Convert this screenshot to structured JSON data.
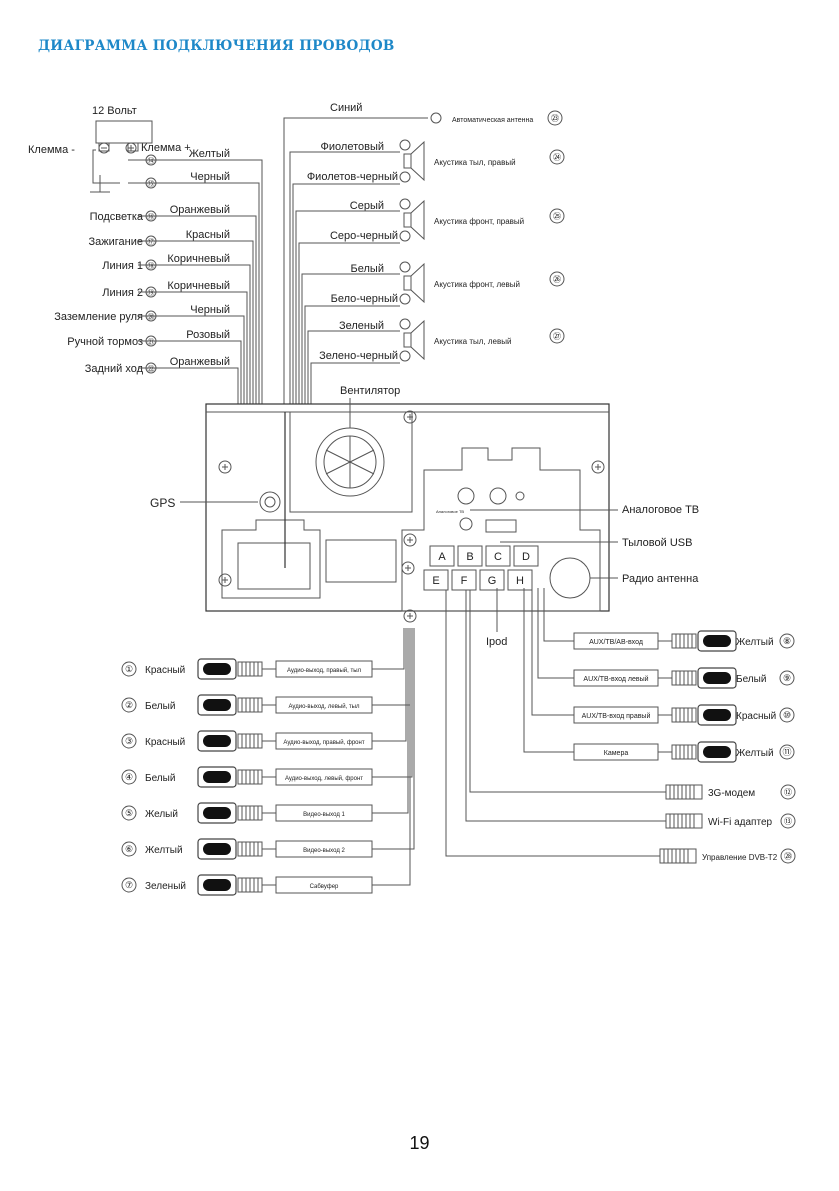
{
  "page": {
    "title": "ДИАГРАММА ПОДКЛЮЧЕНИЯ ПРОВОДОВ",
    "page_number": "19"
  },
  "battery": {
    "label": "12 Вольт",
    "minus": "Клемма -",
    "plus": "Клемма +"
  },
  "left_wires": [
    {
      "num": "⑭",
      "label": "",
      "color": "Желтый"
    },
    {
      "num": "⑮",
      "label": "",
      "color": "Черный"
    },
    {
      "num": "⑯",
      "label": "Подсветка",
      "color": "Оранжевый"
    },
    {
      "num": "⑰",
      "label": "Зажигание",
      "color": "Красный"
    },
    {
      "num": "⑱",
      "label": "Линия 1",
      "color": "Коричневый"
    },
    {
      "num": "⑲",
      "label": "Линия 2",
      "color": "Коричневый"
    },
    {
      "num": "⑳",
      "label": "Заземление руля",
      "color": "Черный"
    },
    {
      "num": "㉑",
      "label": "Ручной тормоз",
      "color": "Розовый"
    },
    {
      "num": "㉒",
      "label": "Задний ход",
      "color": "Оранжевый"
    }
  ],
  "right_top": {
    "wire": "Синий",
    "label": "Автоматическая антенна",
    "num": "㉓"
  },
  "speakers": [
    {
      "plus": "Фиолетовый",
      "minus": "Фиолетов-черный",
      "label": "Акустика тыл, правый",
      "num": "㉔"
    },
    {
      "plus": "Серый",
      "minus": "Серо-черный",
      "label": "Акустика фронт, правый",
      "num": "㉕"
    },
    {
      "plus": "Белый",
      "minus": "Бело-черный",
      "label": "Акустика фронт, левый",
      "num": "㉖"
    },
    {
      "plus": "Зеленый",
      "minus": "Зелено-черный",
      "label": "Акустика тыл, левый",
      "num": "㉗"
    }
  ],
  "unit": {
    "fan": "Вентилятор",
    "gps": "GPS",
    "analog_tv": "Аналоговое ТВ",
    "rear_usb": "Тыловой USB",
    "radio_antenna": "Радио антенна",
    "ipod": "Ipod",
    "small_label": "Аналоговое ТВ",
    "ports_top": [
      "A",
      "B",
      "C",
      "D"
    ],
    "ports_bottom": [
      "E",
      "F",
      "G",
      "H"
    ]
  },
  "rca_left": [
    {
      "num": "①",
      "color": "Красный",
      "desc": "Аудио-выход, правый, тыл"
    },
    {
      "num": "②",
      "color": "Белый",
      "desc": "Аудио-выход, левый, тыл"
    },
    {
      "num": "③",
      "color": "Красный",
      "desc": "Аудио-выход, правый, фронт"
    },
    {
      "num": "④",
      "color": "Белый",
      "desc": "Аудио-выход, левый, фронт"
    },
    {
      "num": "⑤",
      "color": "Желый",
      "desc": "Видео-выход 1"
    },
    {
      "num": "⑥",
      "color": "Желтый",
      "desc": "Видео-выход 2"
    },
    {
      "num": "⑦",
      "color": "Зеленый",
      "desc": "Сабвуфер"
    }
  ],
  "rca_right": [
    {
      "num": "⑧",
      "color": "Желтый",
      "desc": "AUX/ТВ/АВ-вход"
    },
    {
      "num": "⑨",
      "color": "Белый",
      "desc": "AUX/ТВ-вход левый"
    },
    {
      "num": "⑩",
      "color": "Красный",
      "desc": "AUX/ТВ-вход правый"
    },
    {
      "num": "⑪",
      "color": "Желтый",
      "desc": "Камера"
    }
  ],
  "modules": [
    {
      "num": "⑫",
      "label": "3G-модем"
    },
    {
      "num": "⑬",
      "label": "Wi-Fi адаптер"
    },
    {
      "num": "㉘",
      "label": "Управление DVB-T2"
    }
  ]
}
